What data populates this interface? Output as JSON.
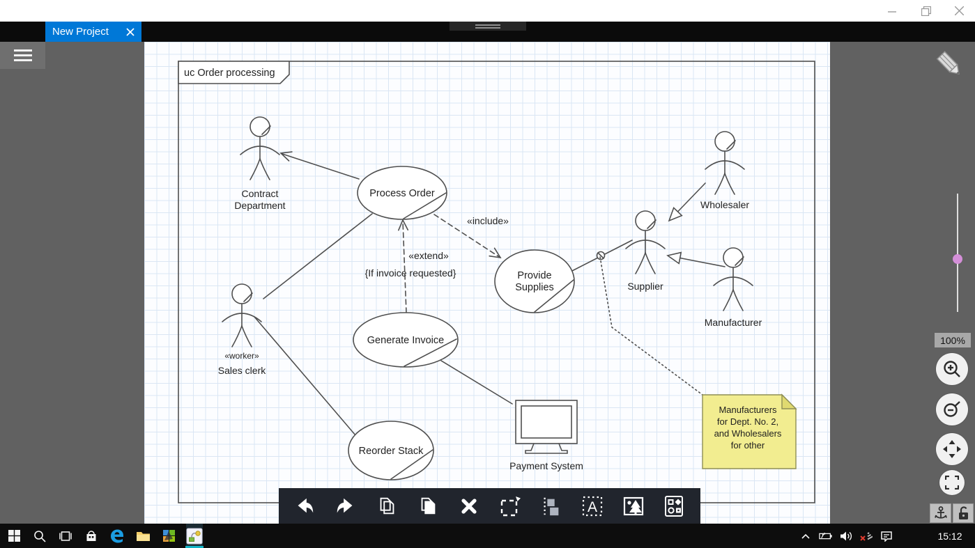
{
  "window": {
    "tab_title": "New Project",
    "controls": [
      "minimize-icon",
      "restore-icon",
      "close-icon"
    ],
    "accent_color": "#0078d7"
  },
  "diagram": {
    "frame_label": "uc Order processing",
    "use_cases": [
      {
        "id": "process-order",
        "label": "Process Order"
      },
      {
        "id": "provide-supplies",
        "label_lines": [
          "Provide",
          "Supplies"
        ]
      },
      {
        "id": "generate-invoice",
        "label": "Generate Invoice"
      },
      {
        "id": "reorder-stack",
        "label": "Reorder Stack"
      }
    ],
    "actors": [
      {
        "id": "contract-department",
        "label_lines": [
          "Contract",
          "Department"
        ]
      },
      {
        "id": "sales-clerk",
        "stereotype": "«worker»",
        "label": "Sales clerk"
      },
      {
        "id": "wholesaler",
        "label": "Wholesaler"
      },
      {
        "id": "supplier",
        "label": "Supplier"
      },
      {
        "id": "manufacturer",
        "label": "Manufacturer"
      }
    ],
    "relationships": {
      "include_label": "«include»",
      "extend_label": "«extend»",
      "extend_condition": "{If invoice requested}"
    },
    "system_node": {
      "label": "Payment System"
    },
    "note": {
      "lines": [
        "Manufacturers",
        "for Dept. No. 2,",
        "and Wholesalers",
        "for other"
      ],
      "fill_color": "#f2ed90"
    }
  },
  "toolbar": {
    "icons": [
      "undo",
      "redo",
      "copy",
      "paste",
      "delete",
      "select",
      "arrange",
      "text-insert",
      "image-insert",
      "shapes-gallery"
    ],
    "text_icon_letter": "A"
  },
  "side_controls": {
    "zoom_label": "100%",
    "icons": [
      "pencil",
      "zoom-in",
      "zoom-out",
      "pan",
      "fit-screen",
      "anchor",
      "unlock"
    ],
    "slider_thumb_color": "#d48fd8"
  },
  "taskbar": {
    "time": "15:12",
    "app_icons": [
      "start",
      "search",
      "task-view",
      "store",
      "edge",
      "file-explorer",
      "colorful-app",
      "diagram-app-active"
    ],
    "tray_icons": [
      "chevron-up",
      "battery",
      "volume",
      "network-error",
      "action-center"
    ]
  }
}
